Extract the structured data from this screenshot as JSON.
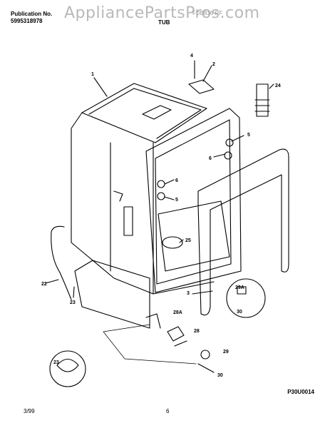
{
  "header": {
    "publication_label": "Publication No.",
    "publication_number": "5995318978",
    "watermark": "AppliancePartsPros.com",
    "model_partial": "FDB836 RF",
    "section_title": "TUB"
  },
  "parts": [
    "1",
    "2",
    "3",
    "4",
    "5",
    "6",
    "5",
    "6",
    "22",
    "23",
    "23",
    "24",
    "25",
    "28",
    "28A",
    "29",
    "29A",
    "30",
    "30"
  ],
  "footer": {
    "date": "3/99",
    "page": "6",
    "diagram_ref": "P30U0014"
  }
}
